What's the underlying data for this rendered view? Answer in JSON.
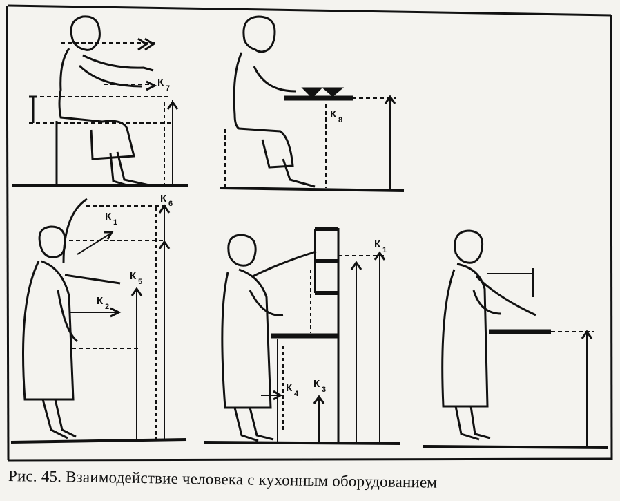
{
  "figure": {
    "caption": "Рис. 45. Взаимодействие человека с кухонным оборудованием",
    "labels": {
      "k1_left": "К",
      "k1_left_sub": "1",
      "k2": "К",
      "k2_sub": "2",
      "k3": "К",
      "k3_sub": "3",
      "k4": "К",
      "k4_sub": "4",
      "k5": "К",
      "k5_sub": "5",
      "k6": "К",
      "k6_sub": "6",
      "k7": "К",
      "k7_sub": "7",
      "k8": "К",
      "k8_sub": "8",
      "k1_right": "К",
      "k1_right_sub": "1"
    }
  }
}
